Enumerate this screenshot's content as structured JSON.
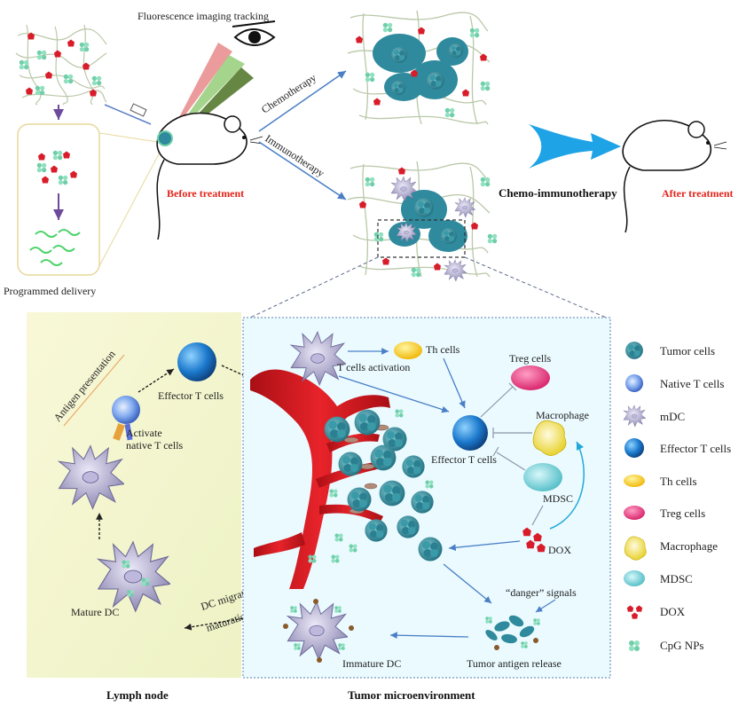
{
  "top": {
    "fluorescence": "Fluorescence imaging tracking",
    "before": "Before treatment",
    "programmed": "Programmed delivery",
    "chemo": "Chemotherapy",
    "immuno": "Immunotherapy",
    "chemo_immuno": "Chemo-immunotherapy",
    "after": "After treatment"
  },
  "lymph": {
    "title": "Lymph node",
    "antigen_presentation": "Antigen presentation",
    "effector": "Effector T cells",
    "activate_line1": "Activate",
    "activate_line2": "native T cells",
    "mature": "Mature  DC",
    "migration_line1": "DC migration",
    "migration_line2": "maturation"
  },
  "tumor": {
    "title": "Tumor microenvironment",
    "th": "Th cells",
    "t_activation": "T cells activation",
    "treg": "Treg cells",
    "macrophage": "Macrophage",
    "effector": "Effector T cells",
    "mdsc": "MDSC",
    "dox": "DOX",
    "danger": "“danger” signals",
    "antigen_release": "Tumor antigen release",
    "immature": "Immature  DC"
  },
  "legend": [
    {
      "label": "Tumor cells",
      "icon": "tumor-cell",
      "color": "#2e8a9c"
    },
    {
      "label": "Native T cells",
      "icon": "native-t-cell",
      "color": "#3a6fd8"
    },
    {
      "label": "mDC",
      "icon": "mdc",
      "color": "#8a86b0"
    },
    {
      "label": "Effector T cells",
      "icon": "effector-t-cell",
      "color": "#1a7fd0"
    },
    {
      "label": "Th cells",
      "icon": "th-cell",
      "color": "#f3b800"
    },
    {
      "label": "Treg cells",
      "icon": "treg-cell",
      "color": "#e0407a"
    },
    {
      "label": "Macrophage",
      "icon": "macrophage",
      "color": "#e8d430"
    },
    {
      "label": "MDSC",
      "icon": "mdsc",
      "color": "#5fc8d0"
    },
    {
      "label": "DOX",
      "icon": "dox",
      "color": "#d81c2a"
    },
    {
      "label": "CpG NPs",
      "icon": "cpg-np",
      "color": "#6fcfa9"
    }
  ]
}
